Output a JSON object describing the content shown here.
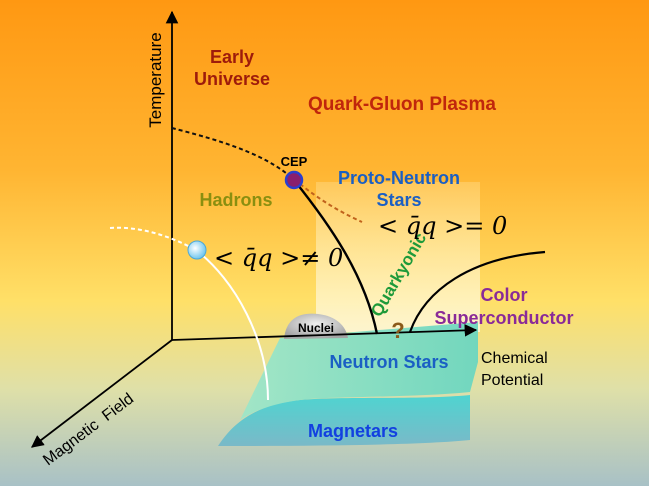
{
  "axes": {
    "temperature": "Temperature",
    "chemical_potential_line1": "Chemical",
    "chemical_potential_line2": "Potential",
    "magnetic_field": "Magnetic  Field"
  },
  "regions": {
    "early_universe_line1": "Early",
    "early_universe_line2": "Universe",
    "qgp": "Quark-Gluon Plasma",
    "hadrons": "Hadrons",
    "proto_ns_line1": "Proto-Neutron",
    "proto_ns_line2": "Stars",
    "quarkyonic": "Quarkyonic",
    "color_sc_line1": "Color",
    "color_sc_line2": "Superconductor",
    "nuclei": "Nuclei",
    "neutron_stars": "Neutron Stars",
    "magnetars": "Magnetars"
  },
  "annotations": {
    "cep": "CEP",
    "question": "?",
    "condensate_zero": "< q̄q >= 0",
    "condensate_nonzero": "< q̄q >≠ 0"
  },
  "colors": {
    "bg_top": "#ff9e1e",
    "bg_mid": "#ffd24a",
    "bg_bottom": "#b8c9c4",
    "dark_red": "#9e1b0b",
    "red": "#c0260c",
    "olive": "#8a8f10",
    "blue": "#1a5fc4",
    "green": "#1e9a3a",
    "purple": "#8a2a98",
    "magnetar_blue": "#1240e0",
    "cep_fill": "#8a1f6e"
  }
}
